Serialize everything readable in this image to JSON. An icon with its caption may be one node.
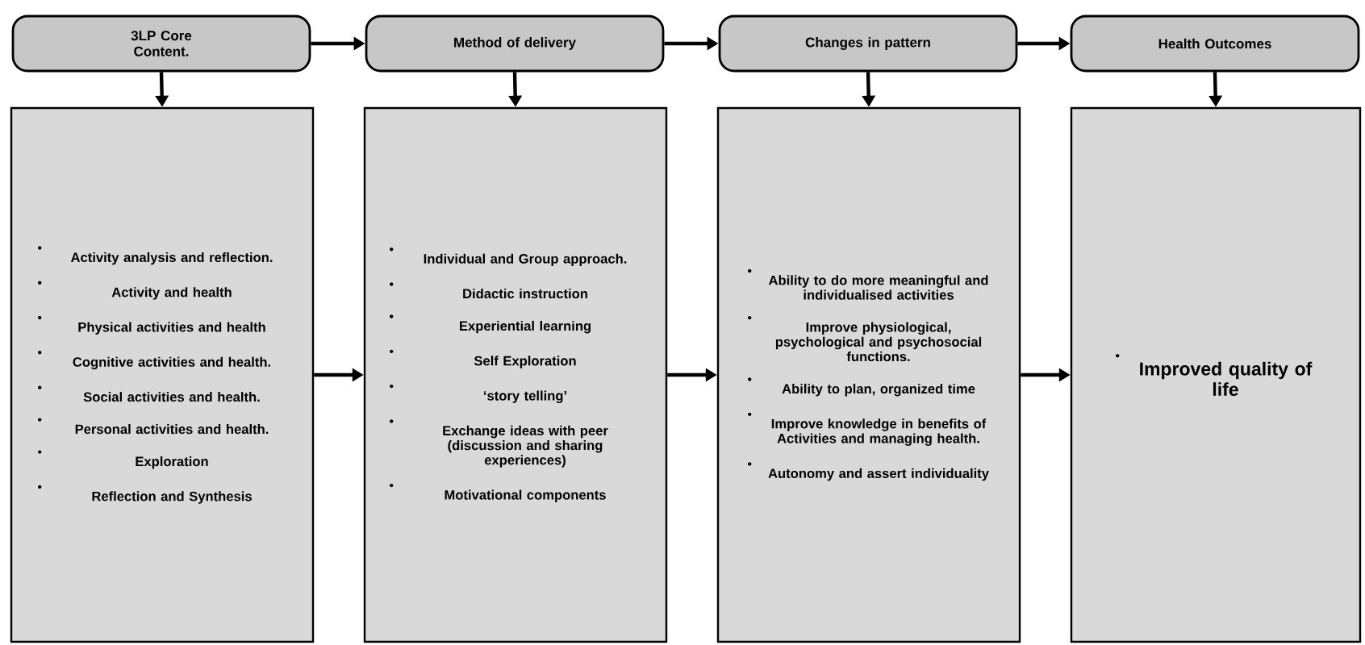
{
  "diagram": {
    "nodes": [
      {
        "text": [
          "3LP Core Content."
        ]
      },
      {
        "text": [
          "Method of delivery"
        ]
      },
      {
        "text": [
          "Changes in pattern"
        ]
      },
      {
        "text": [
          "Health Outcomes"
        ]
      },
      {
        "text": [
          "Activity analysis and reflection.",
          "Activity and health",
          "Physical activities and health",
          "Cognitive activities and health.",
          "Social activities and health.",
          "Personal activities and health.",
          "Exploration",
          "Reflection and Synthesis"
        ]
      },
      {
        "text": [
          "Individual and Group approach.",
          "Didactic instruction",
          "Experiential learning",
          "Self Exploration",
          "‘story telling’",
          "Exchange ideas with peer (discussion and sharing experiences)",
          "Motivational components"
        ]
      },
      {
        "text": [
          "Ability to do more meaningful and individualised activities",
          "Improve physiological, psychological and psychosocial functions.",
          "Ability to plan, organized time",
          "Improve knowledge in benefits of Activities and managing health.",
          "Autonomy and assert individuality"
        ]
      },
      {
        "text": [
          "Improved quality of life"
        ]
      }
    ],
    "edges": [
      {
        "from": 0,
        "to": 1,
        "arrow": "to"
      },
      {
        "from": 1,
        "to": 2,
        "arrow": "to"
      },
      {
        "from": 2,
        "to": 3,
        "arrow": "to"
      },
      {
        "from": 0,
        "to": 4,
        "arrow": "to"
      },
      {
        "from": 1,
        "to": 5,
        "arrow": "to"
      },
      {
        "from": 2,
        "to": 6,
        "arrow": "to"
      },
      {
        "from": 3,
        "to": 7,
        "arrow": "to"
      },
      {
        "from": 4,
        "to": 5,
        "arrow": "to"
      },
      {
        "from": 5,
        "to": 6,
        "arrow": "to"
      },
      {
        "from": 6,
        "to": 7,
        "arrow": "to"
      }
    ]
  }
}
